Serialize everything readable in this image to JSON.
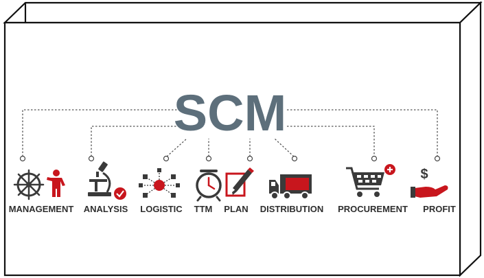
{
  "title": "SCM",
  "colors": {
    "title": "#5d6f7b",
    "accent": "#c8161d",
    "dark": "#3a3a3a",
    "line": "#555555"
  },
  "items": [
    {
      "label": "MANAGEMENT",
      "icon": "ship-wheel-person-icon"
    },
    {
      "label": "ANALYSIS",
      "icon": "microscope-check-icon"
    },
    {
      "label": "LOGISTIC",
      "icon": "network-nodes-icon"
    },
    {
      "label": "TTM",
      "icon": "stopwatch-icon"
    },
    {
      "label": "PLAN",
      "icon": "checkbox-pencil-icon"
    },
    {
      "label": "DISTRIBUTION",
      "icon": "delivery-truck-icon"
    },
    {
      "label": "PROCUREMENT",
      "icon": "shopping-cart-plus-icon"
    },
    {
      "label": "PROFIT",
      "icon": "hand-dollar-icon"
    }
  ]
}
